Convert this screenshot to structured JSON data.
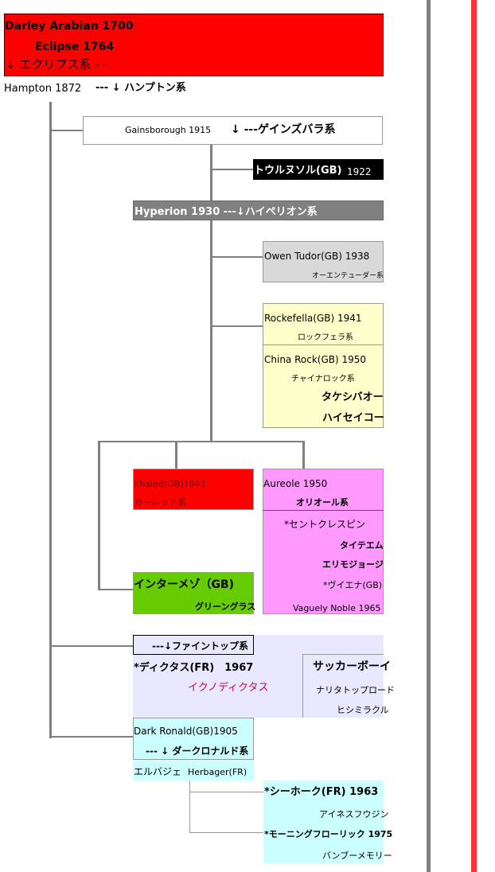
{
  "header": {
    "line1": "Darley Arabian 1700",
    "line2": "Eclipse 1764",
    "line3": "↓ エクリプス系 - -"
  },
  "hampton": {
    "name": "Hampton 1872",
    "branch": "--- ↓ ハンプトン系"
  },
  "gainsborough": {
    "name": "Gainsborough 1915",
    "branch": "↓ ---ゲインズバラ系"
  },
  "swynford": {
    "name": "トウルヌソル(GB)",
    "year": "1922"
  },
  "hyperion": {
    "label": "Hyperion 1930 ---↓ハイペリオン系"
  },
  "owen_tudor": {
    "name": "Owen Tudor(GB) 1938",
    "branch": "オーエンテューダー系"
  },
  "rockefella": {
    "name": "Rockefella(GB) 1941",
    "branch": "ロックフェラ系",
    "china_rock": "China Rock(GB) 1950",
    "china_branch": "チャイナロック系",
    "d1": "タケシバオー",
    "d2": "ハイセイコー"
  },
  "khaled": {
    "name": "Khaled(GB)1943",
    "branch": "カーレッド系"
  },
  "aureole": {
    "name": "Aureole 1950",
    "branch": "オリオール系",
    "d1": "*セントクレスピン",
    "d2": "タイテエム",
    "d3": "エリモジョージ",
    "d4": "*ヴイエナ(GB)",
    "d5": "Vaguely Noble 1965"
  },
  "intermezzo": {
    "name": "インターメゾ（GB)",
    "sub": "グリーングラス"
  },
  "fine_top": {
    "branch": "---↓ファイントップ系",
    "d1": "*ディクタス(FR)　1967",
    "d2": "イクノディクタス",
    "d3": "サッカーボーイ",
    "d4": "ナリタトップロード",
    "d5": "ヒシミラクル"
  },
  "dark_ronald": {
    "name": "Dark Ronald(GB)1905",
    "branch": "--- ↓ ダークロナルド系",
    "d1": "エルバジェ",
    "d2": "Herbager(FR)",
    "d3": "*シーホーク(FR) 1963",
    "d4": "アイネスフウジン",
    "d5": "*モーニングフローリック 1975",
    "d6": "バンブーメモリー"
  },
  "colors": {
    "red": "#ff0000",
    "black": "#000000",
    "gray": "#808080",
    "lightgray": "#d9d9d9",
    "lightyellow": "#ffffcc",
    "pink": "#ff99ff",
    "green": "#66cc00",
    "lavender": "#e8e8ff",
    "lightcyan": "#ccffff",
    "magenta": "#cc0066"
  }
}
